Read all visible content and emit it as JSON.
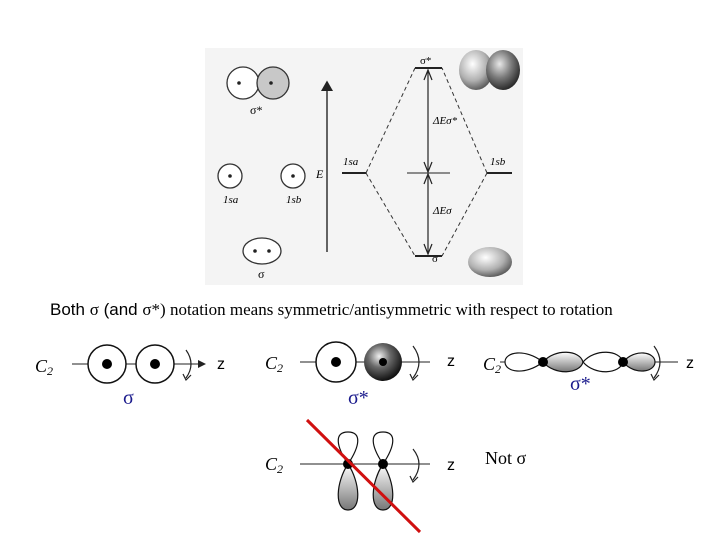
{
  "caption": {
    "part1": "Both ",
    "sigma1": "σ",
    "part2": " (and ",
    "sigma_star": "σ*",
    "part3": ") notation means symmetric/antisymmetric with respect to rotation"
  },
  "energy_diagram": {
    "energy_axis_label": "E",
    "level_left": "1sa",
    "level_right": "1sb",
    "sigma_star_label": "σ*",
    "sigma_label": "σ",
    "delta_sigma_star": "ΔEσ*",
    "delta_sigma": "ΔEσ",
    "orbital_sigma_star_label": "σ*",
    "orbital_1sa": "1sa",
    "orbital_1sb": "1sb",
    "orbital_sigma": "σ"
  },
  "symmetry_row": {
    "c2_label": "C2",
    "axis_label": "z",
    "sigma_label_1": "σ",
    "sigma_star_label_2": "σ*",
    "sigma_star_label_3": "σ*",
    "not_sigma": "Not σ"
  },
  "colors": {
    "sigma_text": "#1a1a8c",
    "red_strike": "#d01010",
    "lobe_gray": "#9a9a9a"
  }
}
